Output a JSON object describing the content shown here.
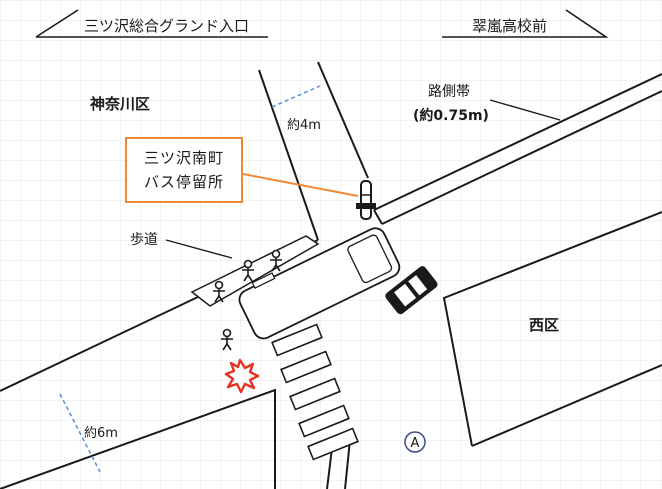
{
  "signs": {
    "left_sign": "三ツ沢総合グランド入口",
    "right_sign": "翠嵐高校前"
  },
  "areas": {
    "kanagawa_ward": "神奈川区",
    "nishi_ward": "西区"
  },
  "roadside": {
    "label": "路側帯",
    "width": "(約0.75m)"
  },
  "widths": {
    "upper_road": "約4m",
    "main_road": "約6m"
  },
  "bus_stop": {
    "line1": "三ツ沢南町",
    "line2": "バス停留所"
  },
  "sidewalk_label": "歩道",
  "point_marker": "A",
  "colors": {
    "callout_border": "#ef8a34",
    "dimension_line": "#5b8fd6",
    "collision": "#e53222",
    "grid": "#e3e6ec"
  }
}
